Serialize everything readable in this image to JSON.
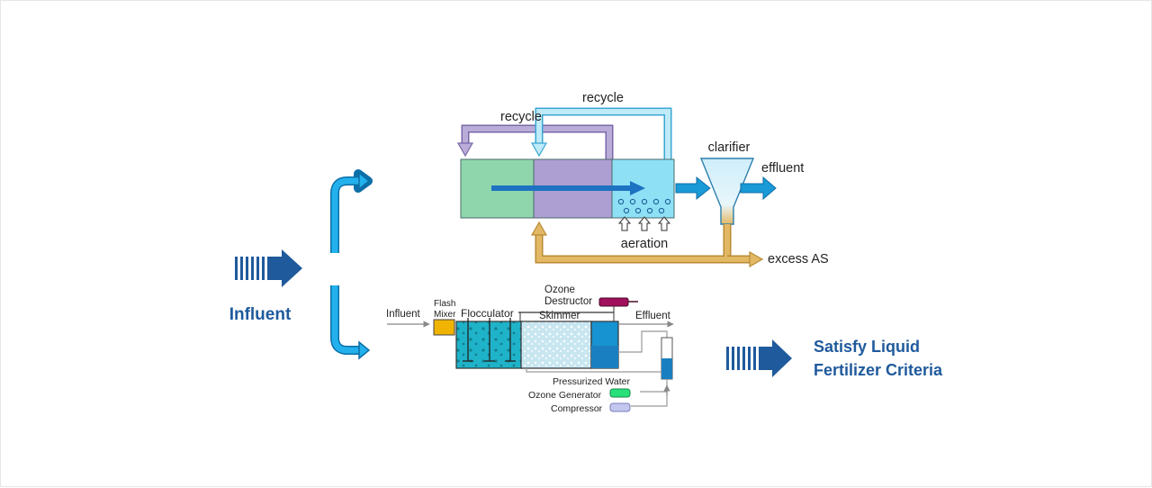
{
  "left": {
    "influent_label": "Influent"
  },
  "right": {
    "result_line1": "Satisfy Liquid",
    "result_line2": "Fertilizer Criteria"
  },
  "activated_sludge": {
    "recycle_outer": "recycle",
    "recycle_inner": "recycle",
    "clarifier": "clarifier",
    "effluent": "effluent",
    "aeration": "aeration",
    "excess": "excess AS"
  },
  "daf": {
    "influent": "Influent",
    "flash_mixer_1": "Flash",
    "flash_mixer_2": "Mixer",
    "flocculator": "Flocculator",
    "ozone_1": "Ozone",
    "ozone_2": "Destructor",
    "skimmer": "Skimmer",
    "effluent": "Effluent",
    "pressurized_water": "Pressurized Water",
    "ozone_generator": "Ozone Generator",
    "compressor": "Compressor"
  },
  "colors": {
    "brand_blue": "#1f5a9c",
    "pipe_blue": "#1aa6e6",
    "anoxic_green": "#8fd6ad",
    "anaerobic_purple": "#ad9fd1",
    "aerobic_blue": "#8ee0f5",
    "sludge_tan": "#e3b865"
  }
}
